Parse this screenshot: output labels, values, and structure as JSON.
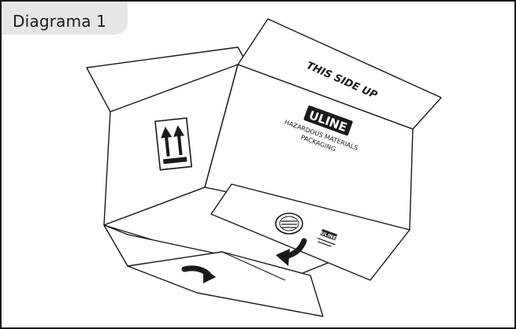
{
  "title": "Diagrama 1",
  "box": {
    "flap_text": "THIS SIDE UP",
    "brand": "ULINE",
    "brand_line1": "HAZARDOUS MATERIALS",
    "brand_line2": "PACKAGING",
    "small_logo": "ULINE"
  },
  "icons": {
    "orientation_label": "this-side-up-arrows-icon",
    "fold_arrow_bottom": "curved-arrow-icon",
    "fold_arrow_inner": "curved-arrow-icon",
    "seal": "round-seal-icon"
  },
  "colors": {
    "ink": "#1a1a1a",
    "title_tab": "#e6e6e6",
    "background": "#ffffff"
  }
}
